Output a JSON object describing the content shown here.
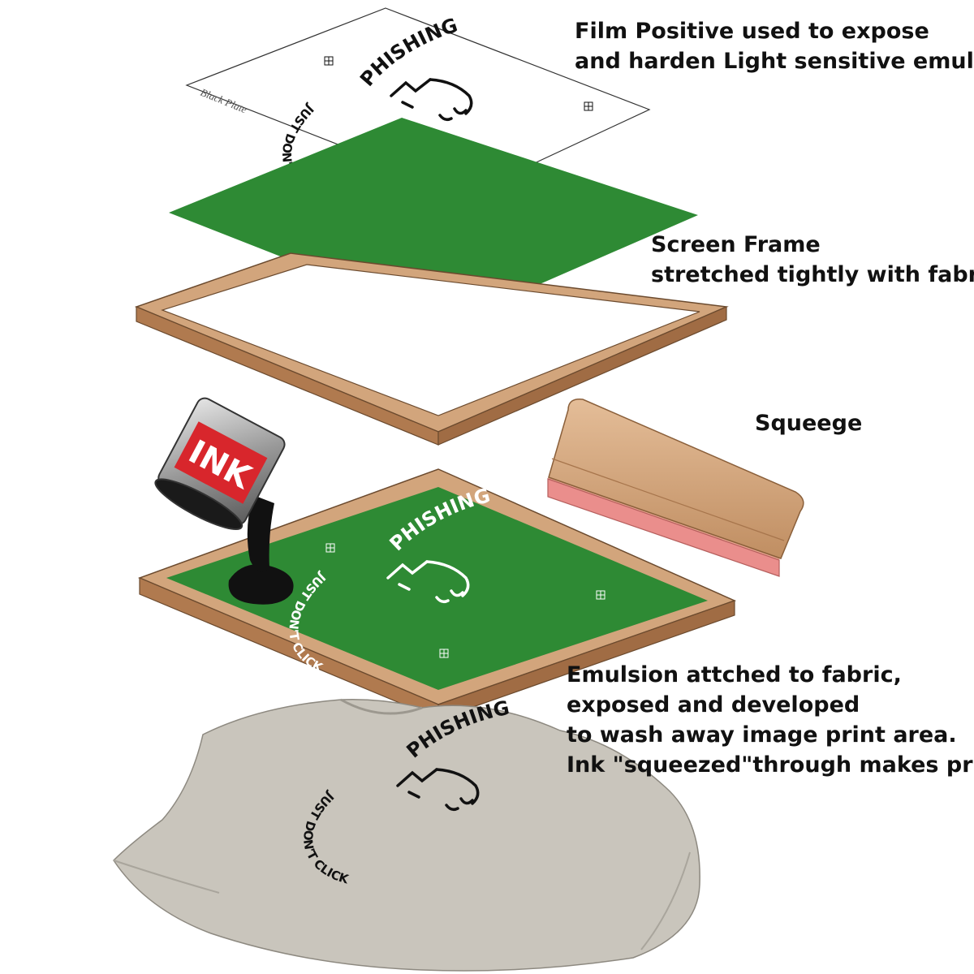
{
  "labels": {
    "film_positive": [
      "Film Positive used to expose",
      "and harden Light sensitive emulsion"
    ],
    "screen_frame": [
      "Screen Frame",
      "stretched tightly with fabric"
    ],
    "squeegee": [
      "Squeege"
    ],
    "emulsion": [
      "Emulsion attched to fabric,",
      "exposed and developed",
      "to wash away image print area.",
      "Ink \"squeezed\"through makes print"
    ]
  },
  "artwork": {
    "logo_word": "PHISHING",
    "logo_tagline": "JUST DON'T CLICK",
    "plate_label": "Black Plate",
    "can_label": "INK"
  },
  "colors": {
    "emulsion_green": "#2e8a34",
    "frame_wood": "#d2a57c",
    "frame_wood_dark": "#b07a4f",
    "ink": "#111111",
    "can_red": "#d8262c",
    "squeegee_blade": "#ea8e8c",
    "shirt": "#c9c5bc"
  }
}
